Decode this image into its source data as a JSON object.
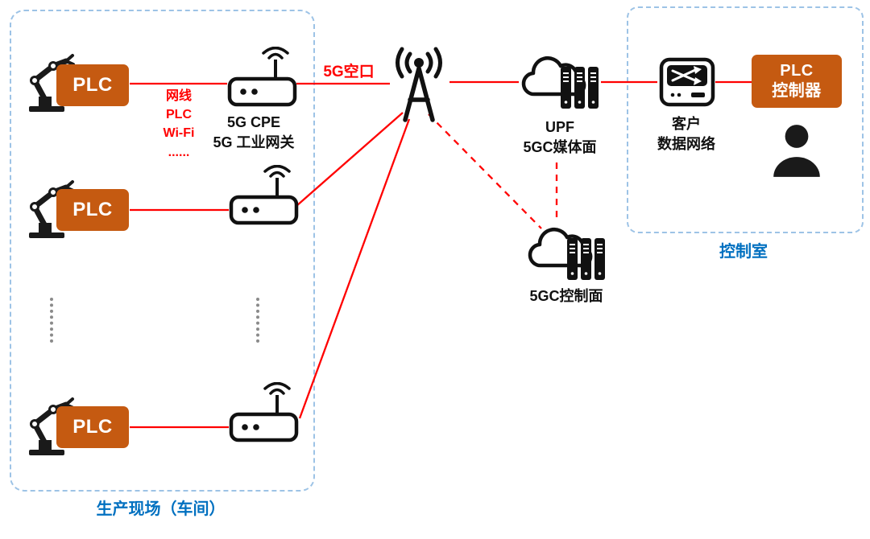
{
  "colors": {
    "accent_orange": "#C55A11",
    "link_red": "#FF0000",
    "label_blue": "#0070C0",
    "zone_border_blue": "#9DC3E6",
    "icon_black": "#111111"
  },
  "production_area": {
    "label": "生产现场（车间）",
    "plc_label": "PLC",
    "link_types": [
      "网线",
      "PLC",
      "Wi-Fi",
      "......"
    ],
    "gateway": {
      "line1": "5G CPE",
      "line2": "5G 工业网关"
    }
  },
  "air_interface_label": "5G空口",
  "core": {
    "upf": {
      "line1": "UPF",
      "line2": "5GC媒体面"
    },
    "control_plane_label": "5GC控制面"
  },
  "control_room": {
    "label": "控制室",
    "network": {
      "line1": "客户",
      "line2": "数据网络"
    },
    "plc_controller": {
      "line1": "PLC",
      "line2": "控制器"
    }
  },
  "icons": {
    "robot_arm": "robot-arm",
    "router": "5g-cpe-router",
    "antenna": "5g-base-station-antenna",
    "cloud_servers": "cloud-with-servers",
    "switch": "network-switch",
    "person": "operator-person",
    "ellipsis": "vertical-ellipsis-dots"
  }
}
